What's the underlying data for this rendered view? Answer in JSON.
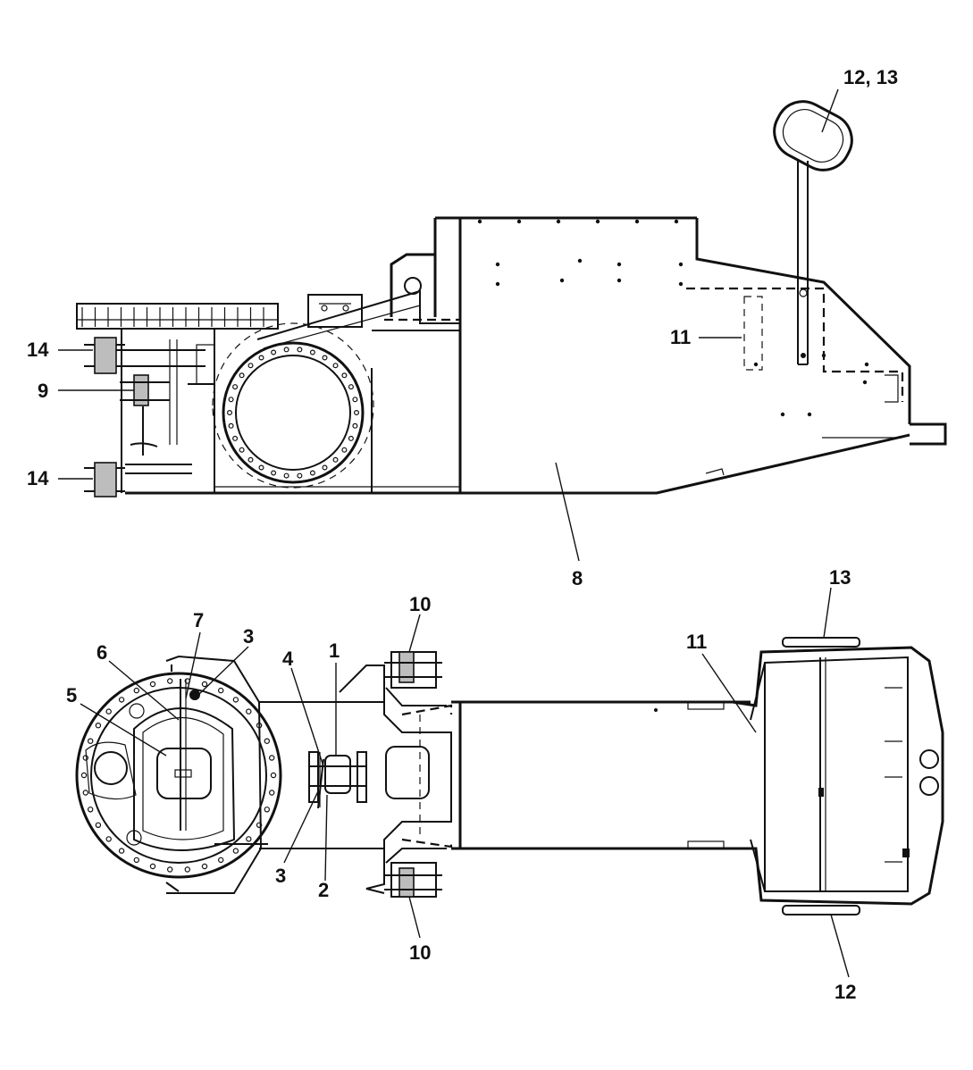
{
  "callouts_side_view": {
    "handle_12_13": "12, 13",
    "item_11": "11",
    "item_14_top": "14",
    "item_9": "9",
    "item_14_bottom": "14",
    "item_8": "8"
  },
  "callouts_top_view": {
    "item_7": "7",
    "item_3_top": "3",
    "item_6": "6",
    "item_5": "5",
    "item_4": "4",
    "item_1": "1",
    "item_10_top": "10",
    "item_13": "13",
    "item_11": "11",
    "item_3_bottom": "3",
    "item_2": "2",
    "item_10_bottom": "10",
    "item_12": "12"
  }
}
